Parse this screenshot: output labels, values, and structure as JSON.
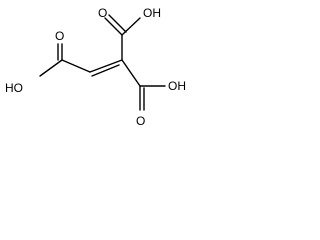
{
  "molecule": {
    "labels": {
      "top_oh": "OH",
      "top_o": "O",
      "right_oh": "OH",
      "right_o": "O",
      "left_oh": "HO",
      "left_o": "O"
    }
  }
}
